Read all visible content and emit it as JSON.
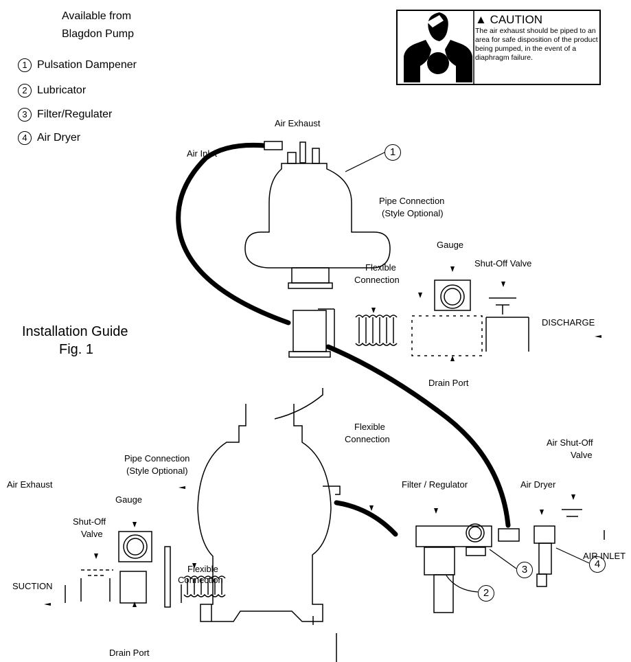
{
  "header": {
    "available_line1": "Available from",
    "available_line2": "Blagdon Pump"
  },
  "legend": [
    {
      "num": "1",
      "label": "Pulsation Dampener"
    },
    {
      "num": "2",
      "label": "Lubricator"
    },
    {
      "num": "3",
      "label": "Filter/Regulater"
    },
    {
      "num": "4",
      "label": "Air Dryer"
    }
  ],
  "caution": {
    "title": "CAUTION",
    "text": "The air exhaust should be piped to an area for safe disposition of the product being pumped, in the event of a diaphragm failure."
  },
  "guide": {
    "line1": "Installation Guide",
    "line2": "Fig. 1"
  },
  "labels": {
    "air_exhaust_top": "Air Exhaust",
    "air_inlet_top": "Air Inlet",
    "pipe_connection_top_1": "Pipe Connection",
    "pipe_connection_top_2": "(Style Optional)",
    "gauge_top": "Gauge",
    "shutoff_top": "Shut-Off Valve",
    "flexible_top_1": "Flexible",
    "flexible_top_2": "Connection",
    "discharge": "DISCHARGE",
    "drain_port_top": "Drain Port",
    "flexible_mid_1": "Flexible",
    "flexible_mid_2": "Connection",
    "air_shutoff_1": "Air Shut-Off",
    "air_shutoff_2": "Valve",
    "pipe_connection_bot_1": "Pipe Connection",
    "pipe_connection_bot_2": "(Style Optional)",
    "air_exhaust_left": "Air Exhaust",
    "filter_regulator": "Filter / Regulator",
    "air_dryer": "Air Dryer",
    "gauge_bot": "Gauge",
    "shutoff_bot_1": "Shut-Off",
    "shutoff_bot_2": "Valve",
    "air_inlet_right": "AIR INLET",
    "suction": "SUCTION",
    "flexible_bot_1": "Flexible",
    "flexible_bot_2": "Connection",
    "drain_port_bot": "Drain Port"
  },
  "callouts": {
    "c1": "1",
    "c2": "2",
    "c3": "3",
    "c4": "4"
  }
}
